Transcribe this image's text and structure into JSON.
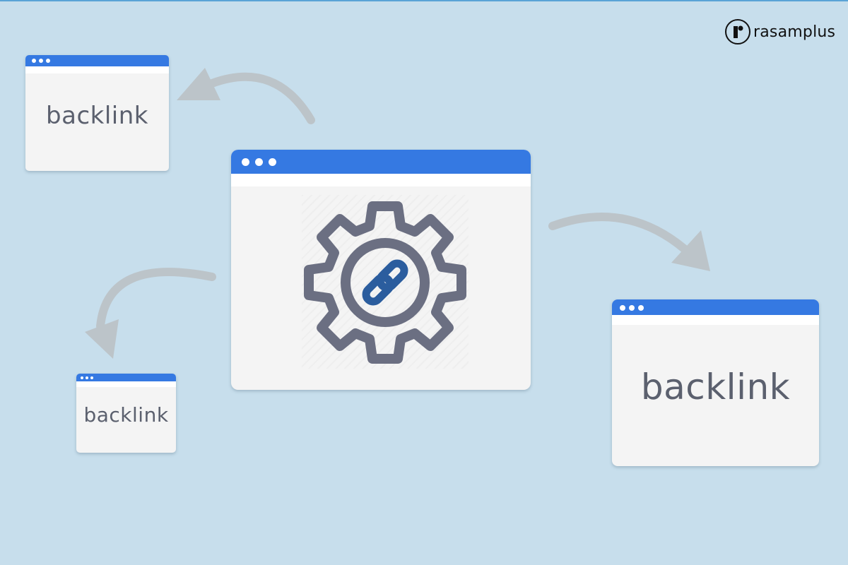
{
  "logo": {
    "text": "rasamplus",
    "lettering": "r"
  },
  "windows": {
    "top_left": {
      "label": "backlink"
    },
    "center": {
      "icon": "gear-link-icon"
    },
    "right": {
      "label": "backlink"
    },
    "bottom_left": {
      "label": "backlink"
    }
  },
  "colors": {
    "background": "#c7deec",
    "window_bar": "#3579e2",
    "window_body": "#f4f4f4",
    "gear": "#6b6f82",
    "chain": "#2b5d9e",
    "arrow": "#bcc4c9",
    "label_text": "#5b606e"
  }
}
